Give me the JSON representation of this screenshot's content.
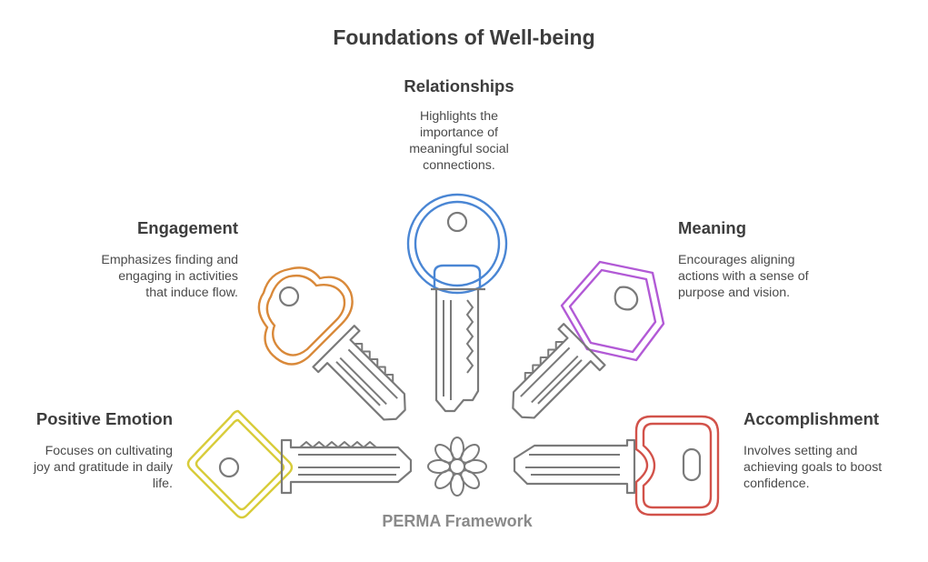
{
  "title": "Foundations of Well-being",
  "framework_label": "PERMA Framework",
  "pillars": {
    "relationships": {
      "heading": "Relationships",
      "desc": [
        "Highlights the",
        "importance of",
        "meaningful social",
        "connections."
      ],
      "color": "#4a86d4"
    },
    "engagement": {
      "heading": "Engagement",
      "desc": [
        "Emphasizes finding and",
        "engaging in activities",
        "that induce flow."
      ],
      "color": "#d9893a"
    },
    "meaning": {
      "heading": "Meaning",
      "desc": [
        "Encourages aligning",
        "actions with a sense of",
        "purpose and vision."
      ],
      "color": "#b25ad6"
    },
    "positive_emotion": {
      "heading": "Positive Emotion",
      "desc": [
        "Focuses on cultivating",
        "joy and gratitude in daily",
        "life."
      ],
      "color": "#d8cc3a"
    },
    "accomplishment": {
      "heading": "Accomplishment",
      "desc": [
        "Involves setting and",
        "achieving goals to boost",
        "confidence."
      ],
      "color": "#d2524a"
    }
  },
  "icons": [
    "blue-key-icon",
    "orange-key-icon",
    "purple-key-icon",
    "yellow-key-icon",
    "red-key-icon",
    "flower-icon"
  ]
}
